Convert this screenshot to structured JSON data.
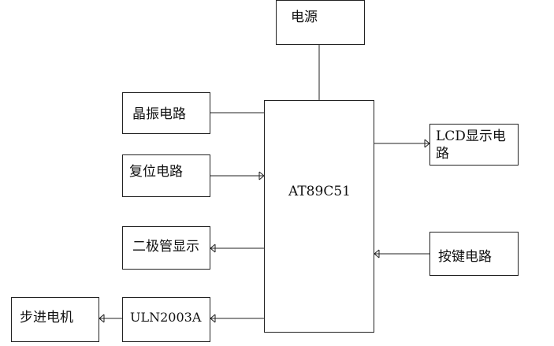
{
  "diagram": {
    "power": "电源",
    "crystal": "晶振电路",
    "reset": "复位电路",
    "mcu": "AT89C51",
    "lcd": "LCD显示电路",
    "keys": "按键电路",
    "led": "二极管显示",
    "driver": "ULN2003A",
    "motor": "步进电机"
  },
  "colors": {
    "line": "#222222",
    "background": "#ffffff"
  }
}
